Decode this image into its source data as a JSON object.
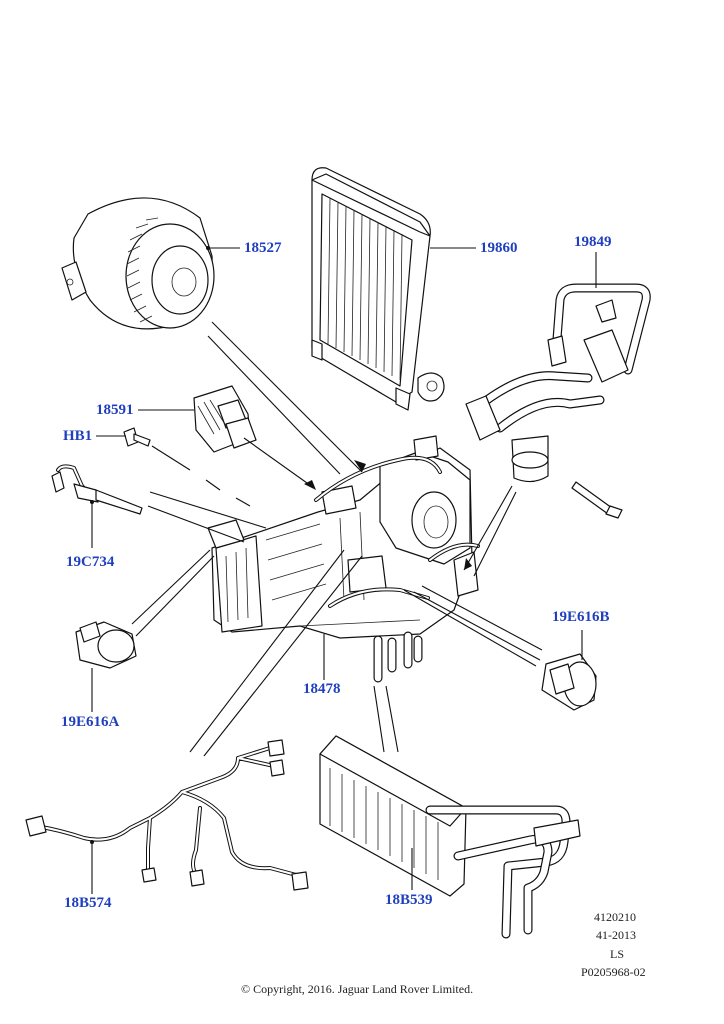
{
  "callouts": {
    "blower_motor": "18527",
    "evaporator": "19860",
    "expansion_valve_pipes": "19849",
    "blower_resistor": "18591",
    "bolt": "HB1",
    "temp_sensor": "19C734",
    "actuator_a": "19E616A",
    "actuator_b": "19E616B",
    "heater_housing": "18478",
    "wiring_harness": "18B574",
    "heater_core": "18B539"
  },
  "footer": {
    "ref_line1": "4120210",
    "ref_line2": "41-2013",
    "ref_line3": "LS",
    "ref_line4": "P0205968-02",
    "copyright": "© Copyright, 2016. Jaguar Land Rover Limited."
  },
  "colors": {
    "callout": "#1f3fbf",
    "lineart": "#111111",
    "background": "#ffffff"
  }
}
